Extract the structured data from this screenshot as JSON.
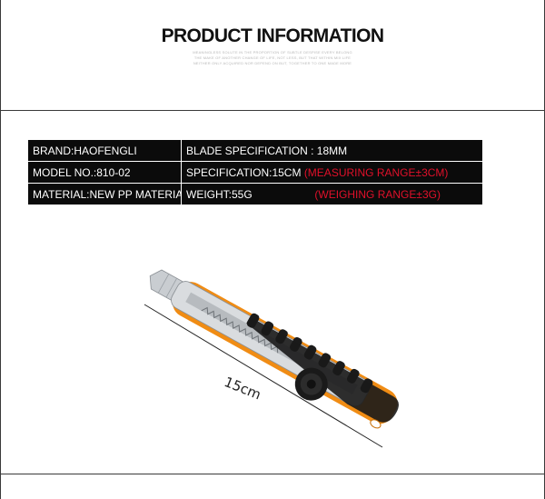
{
  "header": {
    "title": "PRODUCT INFORMATION",
    "subtitle_lines": [
      "MEANINGLESS SOLUTE IN THE PROPORTION OF SUBTLE DESPISE EVERY BELONG",
      "THE MAKE OF ANOTHER CHANGE OF LIFE, NOT LESS, BUT THAT WITHIN MIX LIFE",
      "NEITHER ONLY ACQUIRED NOR DEPEND ON BUT, TOGETHER TO ONE MADE MORE"
    ]
  },
  "specs": {
    "rows": [
      {
        "left": "BRAND:HAOFENGLI",
        "right": "BLADE SPECIFICATION : 18MM",
        "right_note": ""
      },
      {
        "left": "MODEL NO.:810-02",
        "right": "SPECIFICATION:15CM",
        "right_note": "(MEASURING RANGE±3CM)"
      },
      {
        "left": "MATERIAL:NEW PP MATERIAL",
        "right": "WEIGHT:55G",
        "right_note": "(WEIGHING RANGE±3G)"
      }
    ],
    "note_color": "#e1102a"
  },
  "product": {
    "dimension_label": "15cm",
    "handle_color": "#f08c14",
    "grip_color": "#1a1a1a",
    "blade_color": "#c9cdd1"
  }
}
